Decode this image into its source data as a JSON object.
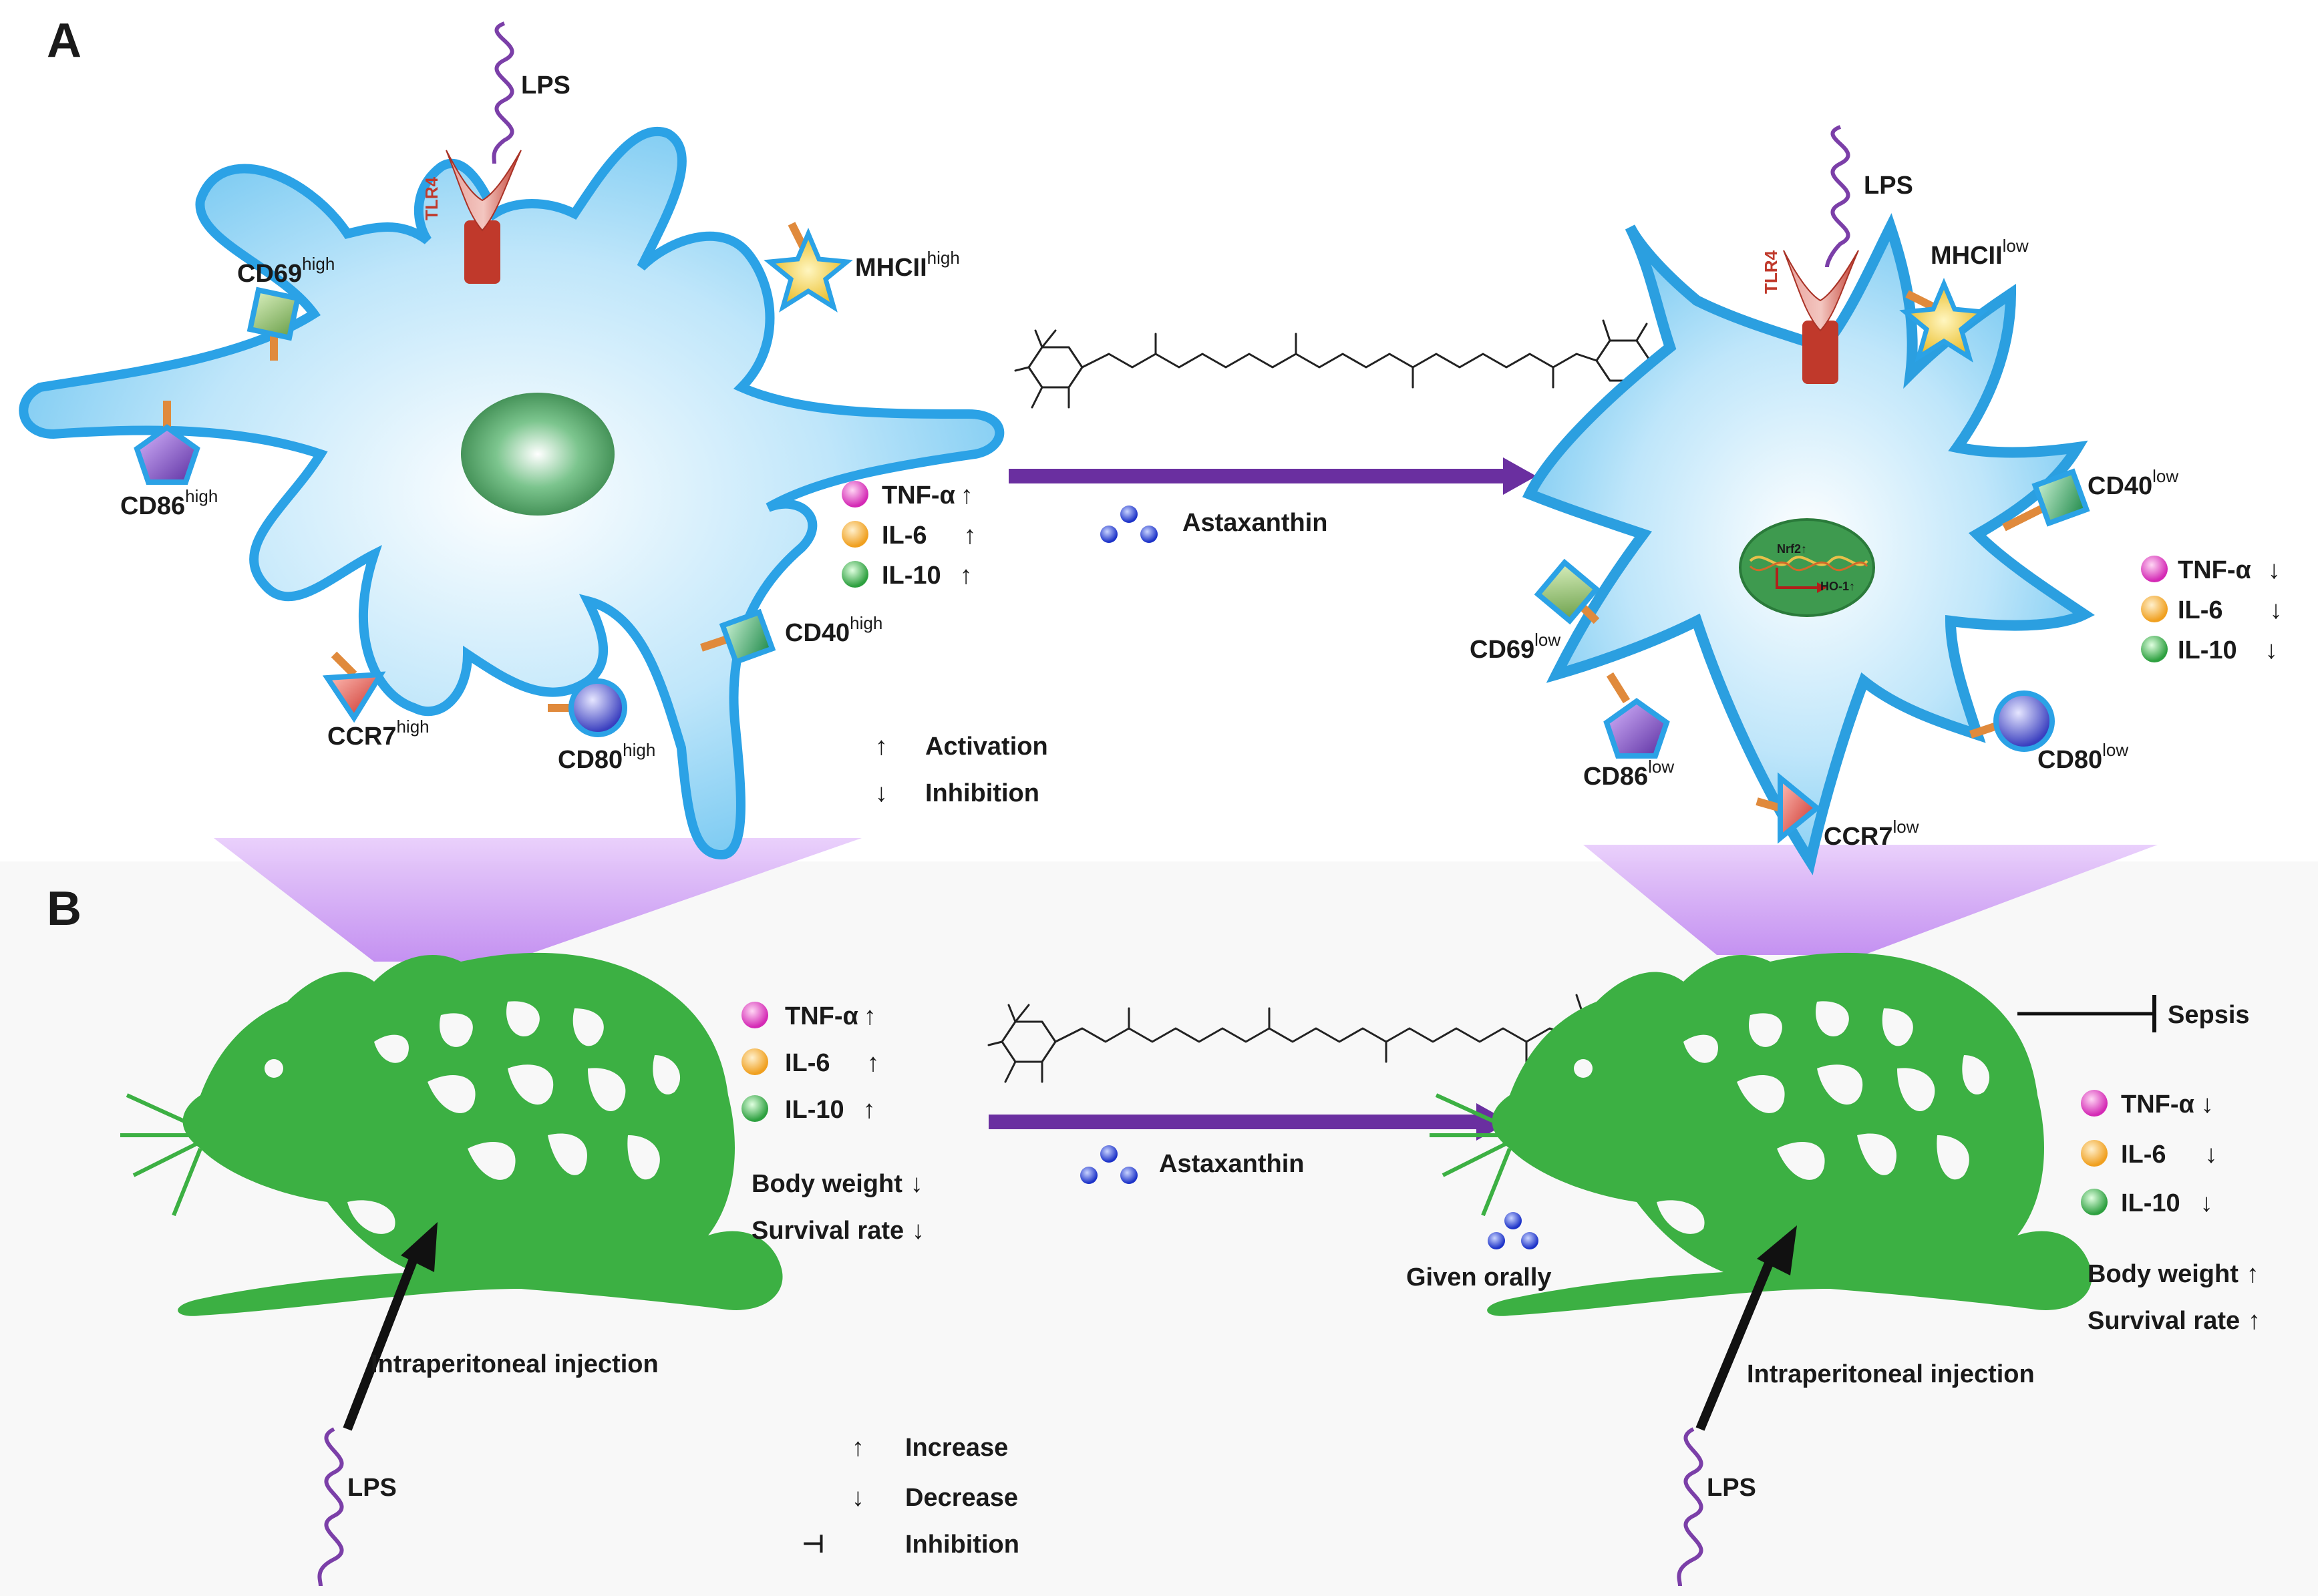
{
  "panels": {
    "a": "A",
    "b": "B"
  },
  "receptor": {
    "tlr4": "TLR4",
    "lps": "LPS"
  },
  "left_cell": {
    "markers": [
      {
        "id": "cd69",
        "name": "CD69",
        "level": "high"
      },
      {
        "id": "cd86",
        "name": "CD86",
        "level": "high"
      },
      {
        "id": "ccr7",
        "name": "CCR7",
        "level": "high"
      },
      {
        "id": "cd80",
        "name": "CD80",
        "level": "high"
      },
      {
        "id": "cd40",
        "name": "CD40",
        "level": "high"
      },
      {
        "id": "mhcii",
        "name": "MHCII",
        "level": "high"
      }
    ],
    "cytokines": [
      {
        "name": "TNF-α",
        "arrow": "↑",
        "color": "#e040c8"
      },
      {
        "name": "IL-6",
        "arrow": "↑",
        "color": "#f5a623"
      },
      {
        "name": "IL-10",
        "arrow": "↑",
        "color": "#3cb043"
      }
    ]
  },
  "right_cell": {
    "markers": [
      {
        "id": "mhcii",
        "name": "MHCII",
        "level": "low"
      },
      {
        "id": "cd40",
        "name": "CD40",
        "level": "low"
      },
      {
        "id": "cd69",
        "name": "CD69",
        "level": "low"
      },
      {
        "id": "cd86",
        "name": "CD86",
        "level": "low"
      },
      {
        "id": "ccr7",
        "name": "CCR7",
        "level": "low"
      },
      {
        "id": "cd80",
        "name": "CD80",
        "level": "low"
      }
    ],
    "cytokines": [
      {
        "name": "TNF-α",
        "arrow": "↓",
        "color": "#e040c8"
      },
      {
        "name": "IL-6",
        "arrow": "↓",
        "color": "#f5a623"
      },
      {
        "name": "IL-10",
        "arrow": "↓",
        "color": "#3cb043"
      }
    ],
    "nucleus": {
      "nrf2": "Nrf2↑",
      "ho1": "HO-1↑"
    }
  },
  "treatment": {
    "label": "Astaxanthin"
  },
  "legend_a": [
    {
      "arrow": "↑",
      "label": "Activation"
    },
    {
      "arrow": "↓",
      "label": "Inhibition"
    }
  ],
  "left_mouse": {
    "cytokines": [
      {
        "name": "TNF-α",
        "arrow": "↑",
        "color": "#e040c8"
      },
      {
        "name": "IL-6",
        "arrow": "↑",
        "color": "#f5a623"
      },
      {
        "name": "IL-10",
        "arrow": "↑",
        "color": "#3cb043"
      }
    ],
    "outcomes": [
      {
        "label": "Body weight",
        "arrow": "↓"
      },
      {
        "label": "Survival rate",
        "arrow": "↓"
      }
    ],
    "injection": "Intraperitoneal injection",
    "lps": "LPS"
  },
  "right_mouse": {
    "cytokines": [
      {
        "name": "TNF-α",
        "arrow": "↓",
        "color": "#e040c8"
      },
      {
        "name": "IL-6",
        "arrow": "↓",
        "color": "#f5a623"
      },
      {
        "name": "IL-10",
        "arrow": "↓",
        "color": "#3cb043"
      }
    ],
    "outcomes": [
      {
        "label": "Body weight",
        "arrow": "↑"
      },
      {
        "label": "Survival rate",
        "arrow": "↑"
      }
    ],
    "sepsis": "Sepsis",
    "given_orally": "Given orally",
    "injection": "Intraperitoneal injection",
    "lps": "LPS"
  },
  "legend_b": [
    {
      "symbol": "↑",
      "label": "Increase"
    },
    {
      "symbol": "↓",
      "label": "Decrease"
    },
    {
      "symbol": "⊣",
      "label": "Inhibition"
    }
  ],
  "colors": {
    "cell_fill": "#8fd4f5",
    "cell_stroke": "#2b9fe0",
    "mouse": "#3cb043",
    "arrow": "#6a2fa0",
    "cone": "#c890f0",
    "lps": "#7b3fa8",
    "receptor": "#c0392b"
  }
}
